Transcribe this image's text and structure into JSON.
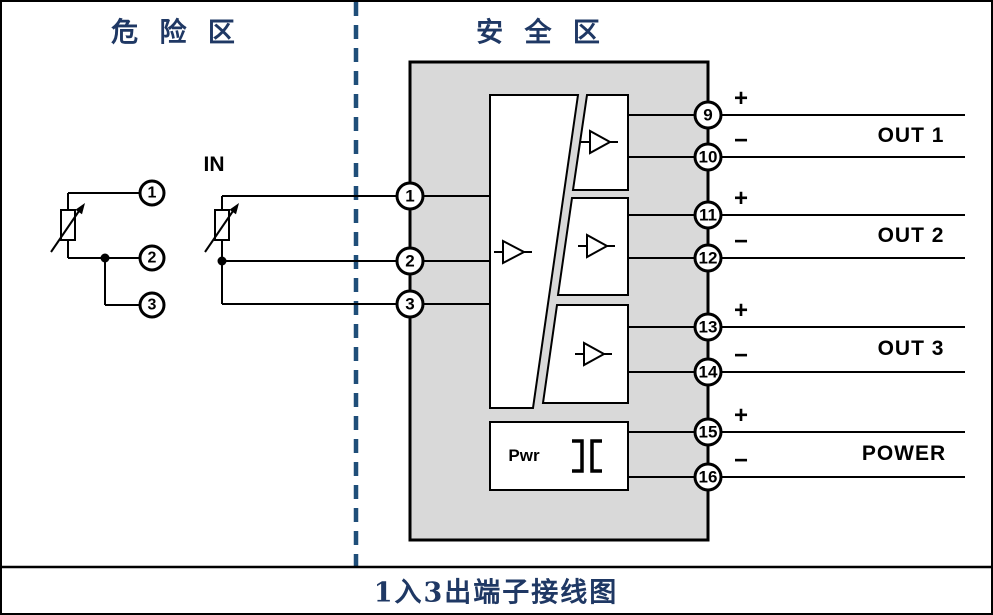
{
  "zones": {
    "hazardous": "危 险 区",
    "safe": "安 全 区"
  },
  "footer": {
    "title": "1入3出端子接线图"
  },
  "input": {
    "label": "IN"
  },
  "sensor_terminals": [
    "1",
    "2",
    "3"
  ],
  "device": {
    "input_terminals": [
      "1",
      "2",
      "3"
    ],
    "pwr_label": "Pwr"
  },
  "channels": [
    {
      "label": "OUT 1",
      "plus_terminal": "9",
      "minus_terminal": "10"
    },
    {
      "label": "OUT 2",
      "plus_terminal": "11",
      "minus_terminal": "12"
    },
    {
      "label": "OUT 3",
      "plus_terminal": "13",
      "minus_terminal": "14"
    },
    {
      "label": "POWER",
      "plus_terminal": "15",
      "minus_terminal": "16"
    }
  ],
  "signs": {
    "plus": "+",
    "minus": "−"
  },
  "colors": {
    "accent_navy": "#1f3864",
    "divider_blue": "#1f4e79",
    "device_fill": "#d9d9d9",
    "line": "#000000"
  }
}
